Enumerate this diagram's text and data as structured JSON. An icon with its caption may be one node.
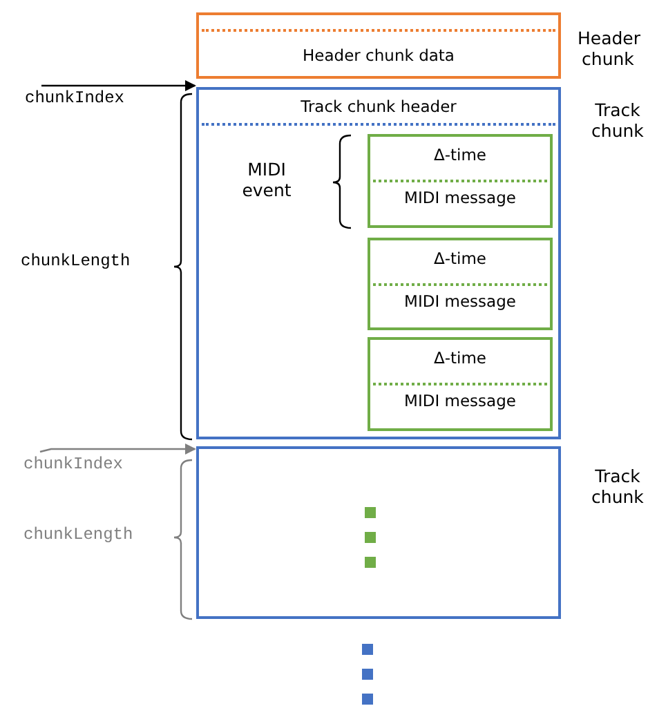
{
  "diagram": {
    "nodes": [
      {
        "text": [
          "Header chunk data"
        ],
        "beside": [
          "Header chunk"
        ]
      },
      {
        "text": [
          "Track chunk header"
        ],
        "beside": [
          "Track chunk"
        ]
      },
      {
        "text": [
          "Δ-time",
          "MIDI message"
        ],
        "in": 1
      },
      {
        "text": [
          "Δ-time",
          "MIDI message"
        ],
        "in": 1
      },
      {
        "text": [
          "Δ-time",
          "MIDI message"
        ],
        "in": 1
      },
      {
        "text": [],
        "shape": "box",
        "beside": [
          "Track chunk"
        ]
      },
      {
        "text": [
          "chunkIndex"
        ]
      },
      {
        "text": [
          "chunkIndex"
        ]
      }
    ],
    "edges": [
      {
        "from": 6,
        "to": 1,
        "arrow": "to"
      },
      {
        "from": 7,
        "to": 5,
        "arrow": "to",
        "color": "#7f7f7f"
      }
    ],
    "labels": [
      "chunkLength",
      "MIDI event",
      "chunkLength"
    ]
  }
}
